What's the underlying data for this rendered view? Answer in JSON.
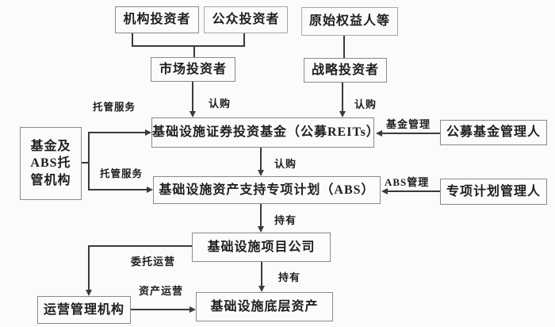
{
  "colors": {
    "bg": "#fbfbfa",
    "line": "#3a3a3a",
    "border": "#8a8a8a",
    "text": "#1e1e1e"
  },
  "nodes": {
    "institutional": "机构投资者",
    "public": "公众投资者",
    "original_equity": "原始权益人等",
    "market": "市场投资者",
    "strategic": "战略投资者",
    "reits": "基础设施证券投资基金（公募REITs）",
    "fund_manager": "公募基金管理人",
    "custodian": "基金及\nABS托\n管机构",
    "abs_plan": "基础设施资产支持专项计划（ABS）",
    "plan_manager": "专项计划管理人",
    "project_company": "基础设施项目公司",
    "operation_manager": "运营管理机构",
    "underlying_assets": "基础设施底层资产"
  },
  "edge_labels": {
    "custody_service_reits": "托管服务",
    "subscribe_market": "认购",
    "subscribe_strategic": "认购",
    "fund_management": "基金管理",
    "custody_service_abs": "托管服务",
    "subscribe_reits_abs": "认购",
    "abs_management": "ABS管理",
    "hold_project": "持有",
    "entrust_operation": "委托运营",
    "hold_underlying": "持有",
    "asset_operation": "资产运营"
  }
}
